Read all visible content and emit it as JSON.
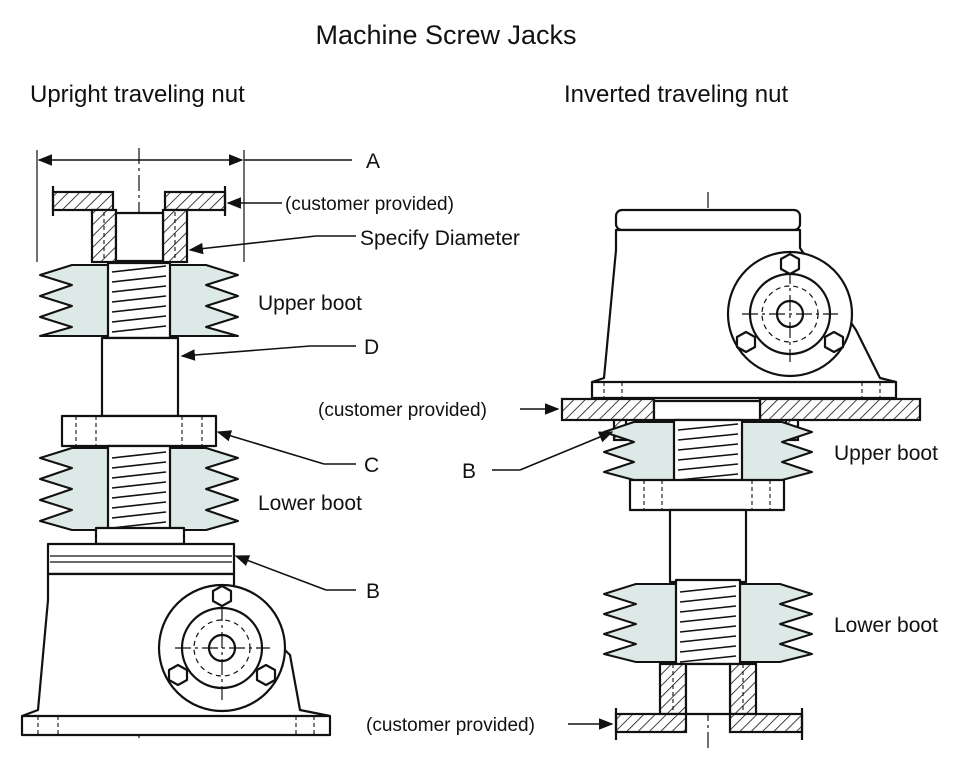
{
  "title": "Machine Screw Jacks",
  "left": {
    "heading": "Upright traveling nut",
    "labels": {
      "a": "A",
      "customer_provided": "(customer provided)",
      "specify_diameter": "Specify Diameter",
      "upper_boot": "Upper boot",
      "d": "D",
      "c": "C",
      "lower_boot": "Lower boot",
      "b": "B"
    }
  },
  "right": {
    "heading": "Inverted traveling nut",
    "labels": {
      "customer_provided_top": "(customer provided)",
      "b": "B",
      "upper_boot": "Upper boot",
      "lower_boot": "Lower boot",
      "customer_provided_bottom": "(customer provided)"
    }
  },
  "colors": {
    "boot_fill": "#dde9e6",
    "line": "#111111"
  }
}
